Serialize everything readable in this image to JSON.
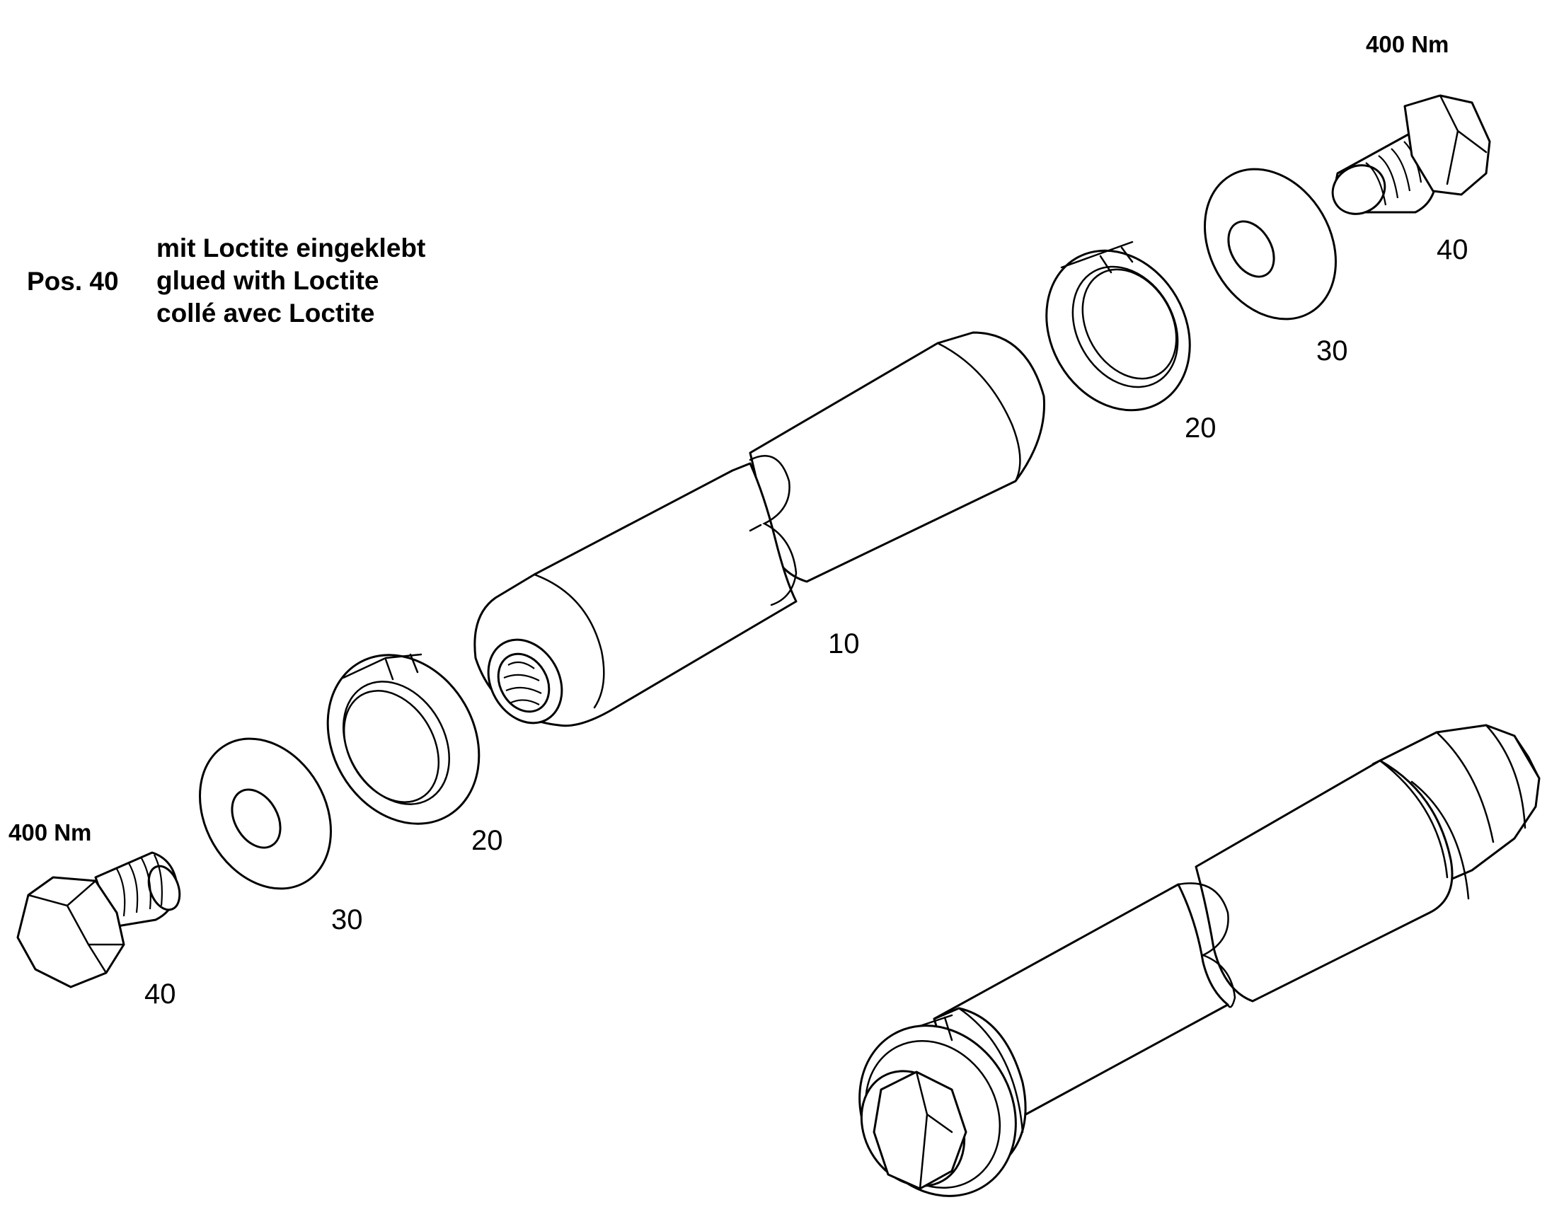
{
  "note": {
    "pos": "Pos. 40",
    "lines": [
      "mit Loctite eingeklebt",
      "glued with Loctite",
      "collé avec Loctite"
    ]
  },
  "torque": {
    "top_right": "400 Nm",
    "bottom_left": "400 Nm"
  },
  "labels": {
    "pin": "10",
    "nut_right": "20",
    "nut_left": "20",
    "washer_right": "30",
    "washer_left": "30",
    "bolt_right": "40",
    "bolt_left": "40"
  }
}
